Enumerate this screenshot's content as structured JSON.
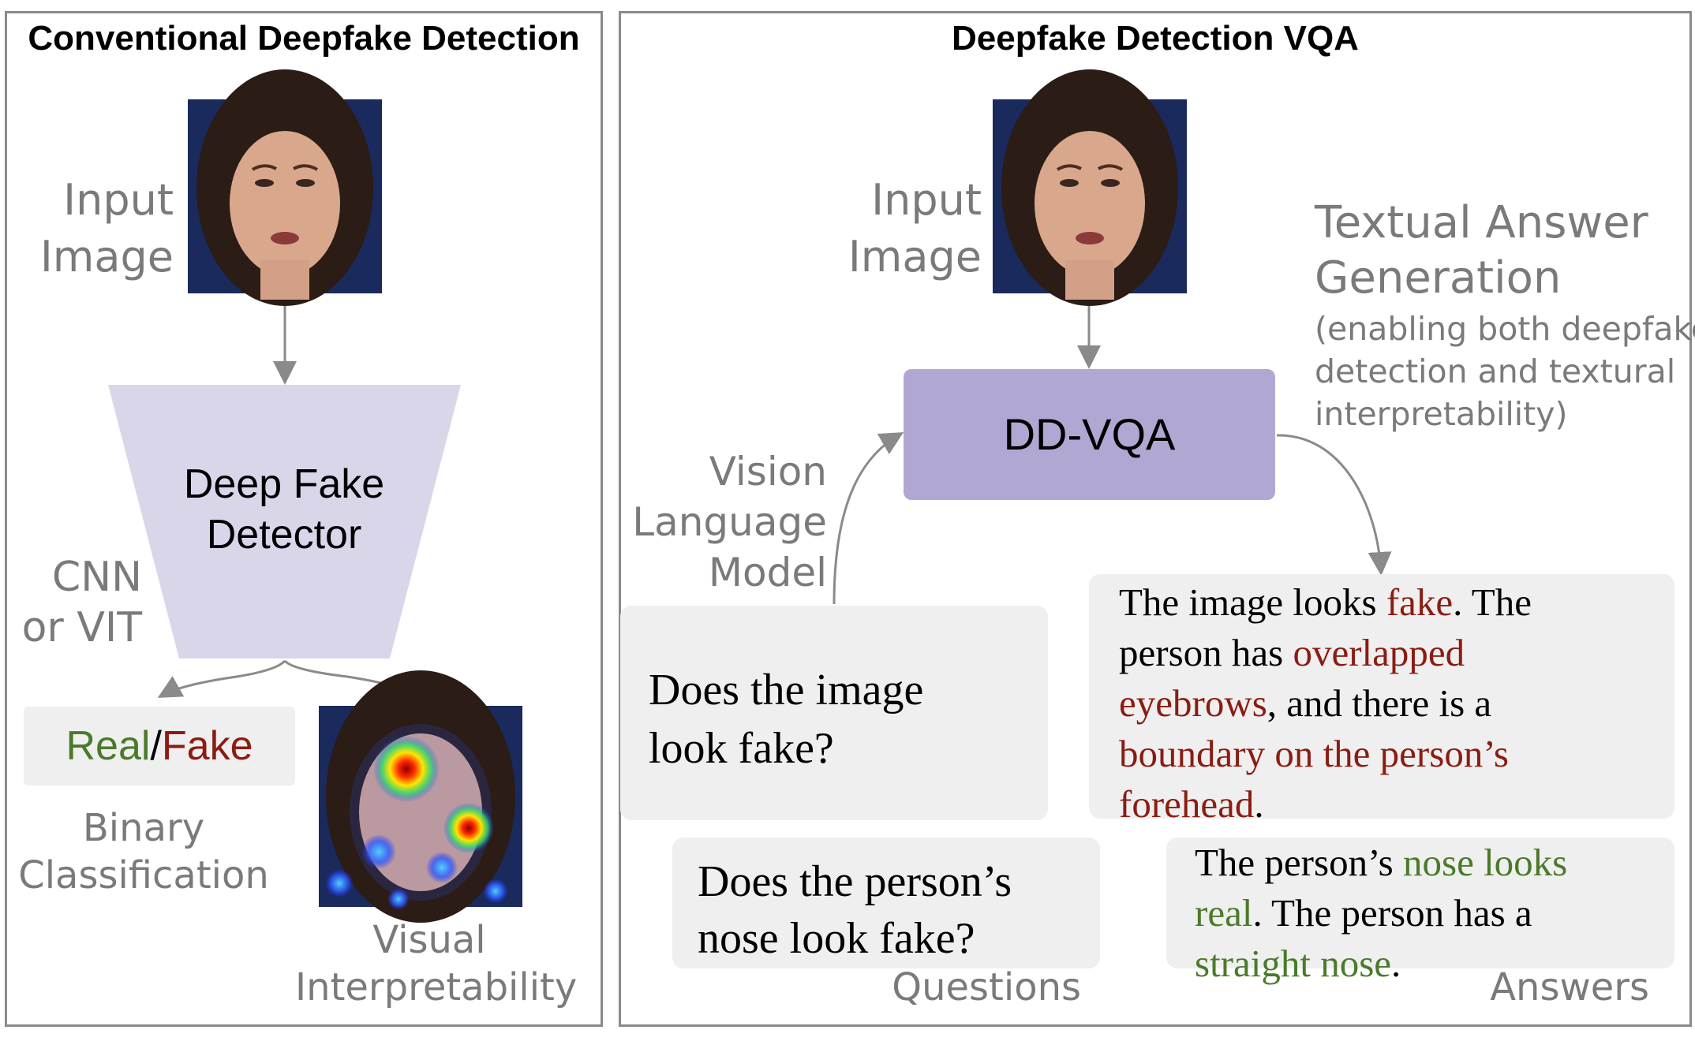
{
  "left_panel": {
    "title": "Conventional Deepfake Detection",
    "input_label_1": "Input",
    "input_label_2": "Image",
    "detector_line_1": "Deep Fake",
    "detector_line_2": "Detector",
    "backbone_line_1": "CNN",
    "backbone_line_2": "or VIT",
    "result_real": "Real",
    "result_sep": "/",
    "result_fake": "Fake",
    "binary_line_1": "Binary",
    "binary_line_2": "Classification",
    "visual_line_1": "Visual",
    "visual_line_2": "Interpretability"
  },
  "right_panel": {
    "title": "Deepfake Detection VQA",
    "input_label_1": "Input",
    "input_label_2": "Image",
    "model_box": "DD-VQA",
    "vlm_line_1": "Vision",
    "vlm_line_2": "Language",
    "vlm_line_3": "Model",
    "textual_line_1": "Textual Answer",
    "textual_line_2": "Generation",
    "textual_note_1": "(enabling both deepfake",
    "textual_note_2": "detection and textural",
    "textual_note_3": "interpretability)",
    "question_1_line_1": "Does the image",
    "question_1_line_2": "look fake?",
    "question_2_line_1": "Does the person’s",
    "question_2_line_2": "nose look fake?",
    "questions_label": "Questions",
    "answer_1": {
      "l1a": "The image looks ",
      "l1b": "fake",
      "l1c": ". The",
      "l2a": "person has ",
      "l2b": "overlapped",
      "l3a": "eyebrows",
      "l3b": ", and there is a",
      "l4": "boundary on the person’s",
      "l5a": "forehead",
      "l5b": "."
    },
    "answer_2": {
      "l1a": "The person’s ",
      "l1b": "nose looks",
      "l2a": "real",
      "l2b": ". The person has a",
      "l3a": "straight nose",
      "l3b": "."
    },
    "answers_label": "Answers"
  },
  "colors": {
    "detector_fill": "#d9d6ea",
    "model_fill": "#b2a7d3",
    "real_green": "#4a7a2a",
    "fake_red": "#8b1c12",
    "box_gray": "#efefef"
  }
}
